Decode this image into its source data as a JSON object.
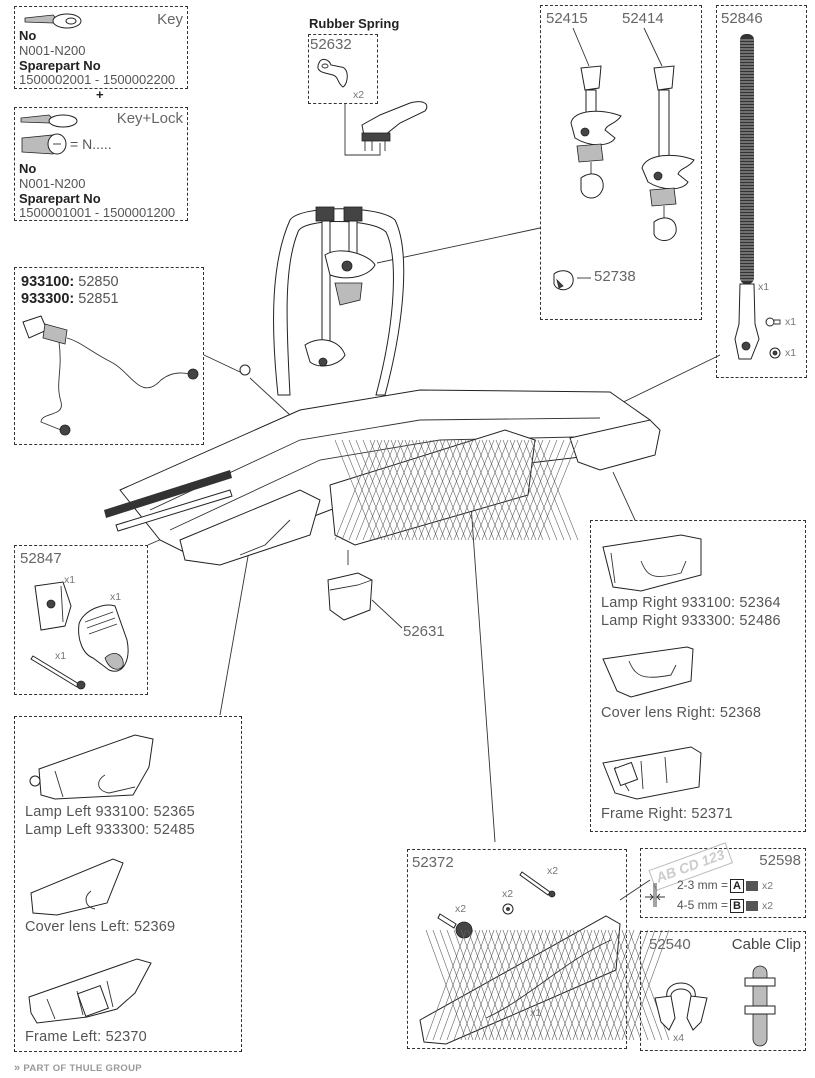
{
  "diagram": {
    "type": "exploded spare parts diagram",
    "subject": "bike carrier (933100 / 933300)",
    "line_color": "#222222",
    "text_color": "#555555",
    "footer_color": "#999999"
  },
  "key_box": {
    "title": "Key",
    "no_label": "No",
    "no_value": "N001-N200",
    "sparepart_label": "Sparepart No",
    "sparepart_value": "1500002001 - 1500002200"
  },
  "plus": "+",
  "key_lock_box": {
    "title": "Key+Lock",
    "equals": "= N.....",
    "no_label": "No",
    "no_value": "N001-N200",
    "sparepart_label": "Sparepart No",
    "sparepart_value": "1500001001 - 1500001200"
  },
  "rubber_spring": {
    "heading": "Rubber Spring",
    "part_no": "52632",
    "qty": "x2"
  },
  "arms_box": {
    "part_a": "52415",
    "part_b": "52414",
    "strap": "52738"
  },
  "threaded_rod": {
    "part_no": "52846",
    "qty_rod": "x1",
    "qty_bolt": "x1",
    "qty_washer": "x1"
  },
  "cable_box": {
    "line1_model": "933100:",
    "line1_part": "52850",
    "line2_model": "933300:",
    "line2_part": "52851"
  },
  "hinge_box": {
    "part_no": "52847",
    "qty_bracket": "x1",
    "qty_handle": "x1",
    "qty_pin": "x1"
  },
  "cover_part": "52631",
  "right_lamp_box": {
    "lamp_1": "Lamp Right 933100: 52364",
    "lamp_2": "Lamp Right 933300: 52486",
    "cover": "Cover lens Right: 52368",
    "frame": "Frame Right: 52371"
  },
  "left_lamp_box": {
    "lamp_1": "Lamp Left 933100: 52365",
    "lamp_2": "Lamp Left 933300: 52485",
    "cover": "Cover lens Left: 52369",
    "frame": "Frame Left: 52370"
  },
  "plate_box": {
    "part_no": "52372",
    "qty_bolt": "x2",
    "qty_washer": "x2",
    "qty_screw": "x2",
    "qty_plate": "x1"
  },
  "spacer_box": {
    "part_no": "52598",
    "plate_text": "AB CD 123",
    "row_a_range": "2-3 mm =",
    "row_a_letter": "A",
    "row_a_qty": "x2",
    "row_b_range": "4-5 mm =",
    "row_b_letter": "B",
    "row_b_qty": "x2"
  },
  "clip_box": {
    "part_no": "52540",
    "title": "Cable Clip",
    "qty": "x4"
  },
  "footer": {
    "icon": "double-chevron-right",
    "text": "PART OF THULE GROUP"
  }
}
